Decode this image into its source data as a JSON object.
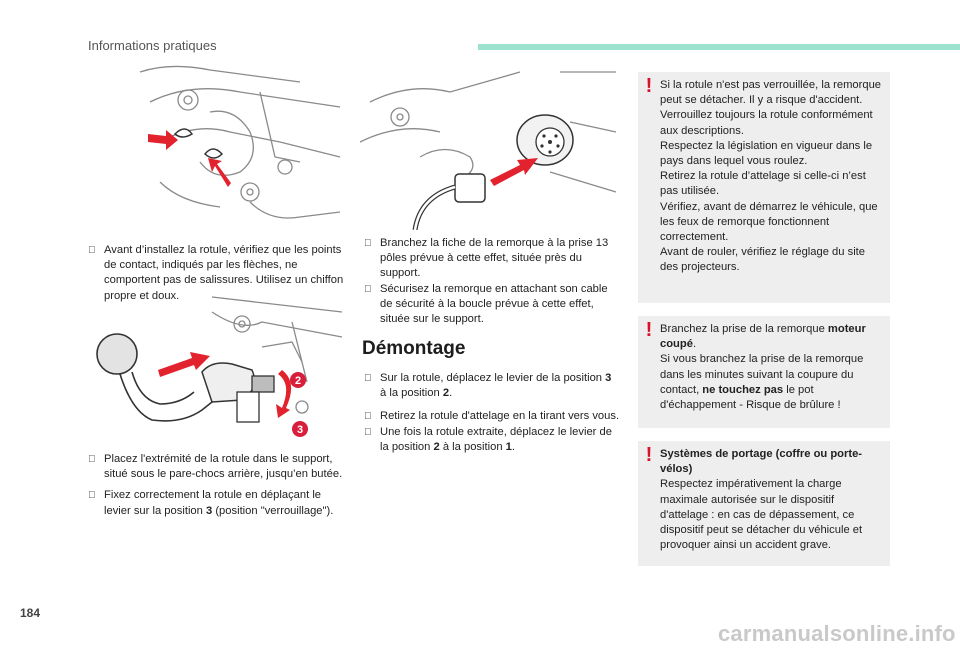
{
  "header": {
    "section_title": "Informations pratiques",
    "accent_color": "#9be3cf"
  },
  "footer": {
    "page_number": "184",
    "watermark": "carmanualsonline.info"
  },
  "left_column": {
    "step1": "Avant d’installez la rotule, vérifiez que les points de contact, indiqués par les flèches, ne comportent pas de salissures. Utilisez un chiffon propre et doux.",
    "step2": "Placez l'extrémité de la rotule dans le support, situé sous le pare-chocs arrière, jusqu’en butée.",
    "step3_pre": "Fixez correctement la rotule en déplaçant le levier sur la position ",
    "step3_bold": "3",
    "step3_post": " (position \"verrouillage\").",
    "illus2_labels": [
      "2",
      "3"
    ]
  },
  "middle_column": {
    "step1": "Branchez la fiche de la remorque à la prise 13 pôles prévue à cette effet, située près du support.",
    "step2": "Sécurisez la remorque en attachant son cable de sécurité à la boucle prévue à cette effet, située sur le support.",
    "heading": "Démontage",
    "step3_pre": "Sur la rotule, déplacez le levier de la position ",
    "step3_bold1": "3",
    "step3_mid": " à la position ",
    "step3_bold2": "2",
    "step3_post": ".",
    "step4": "Retirez la rotule d'attelage en la tirant vers vous.",
    "step5_pre": "Une fois la rotule extraite, déplacez le levier de la position ",
    "step5_bold1": "2",
    "step5_mid": " à la position ",
    "step5_bold2": "1",
    "step5_post": "."
  },
  "bullet_glyph": "",
  "warnings": {
    "mark": "!",
    "mark_color": "#d7132c",
    "w1": [
      "Si la rotule n'est pas verrouillée, la remorque peut se détacher. Il y a risque d'accident.",
      "Verrouillez toujours la rotule conformément aux descriptions.",
      "Respectez la législation en vigueur dans le pays dans lequel vous roulez.",
      "Retirez la rotule d’attelage si celle-ci n’est pas utilisée.",
      "Vérifiez, avant de démarrez le véhicule, que les feux de remorque fonctionnent correctement.",
      "Avant de rouler, vérifiez le réglage du site des projecteurs."
    ],
    "w2_pre": "Branchez la prise de la remorque ",
    "w2_bold": "moteur coupé",
    "w2_post": ".",
    "w2_line2_pre": "Si vous branchez la prise de la remorque dans les minutes suivant la coupure du contact, ",
    "w2_line2_bold": "ne touchez pas",
    "w2_line2_post": " le pot d'échappement - Risque de brûlure !",
    "w3_title": "Systèmes de portage (coffre ou porte-vélos)",
    "w3_body": "Respectez impérativement la charge maximale autorisée sur le dispositif d'attelage : en cas de dépassement, ce dispositif peut se détacher du véhicule et provoquer ainsi un accident grave."
  }
}
